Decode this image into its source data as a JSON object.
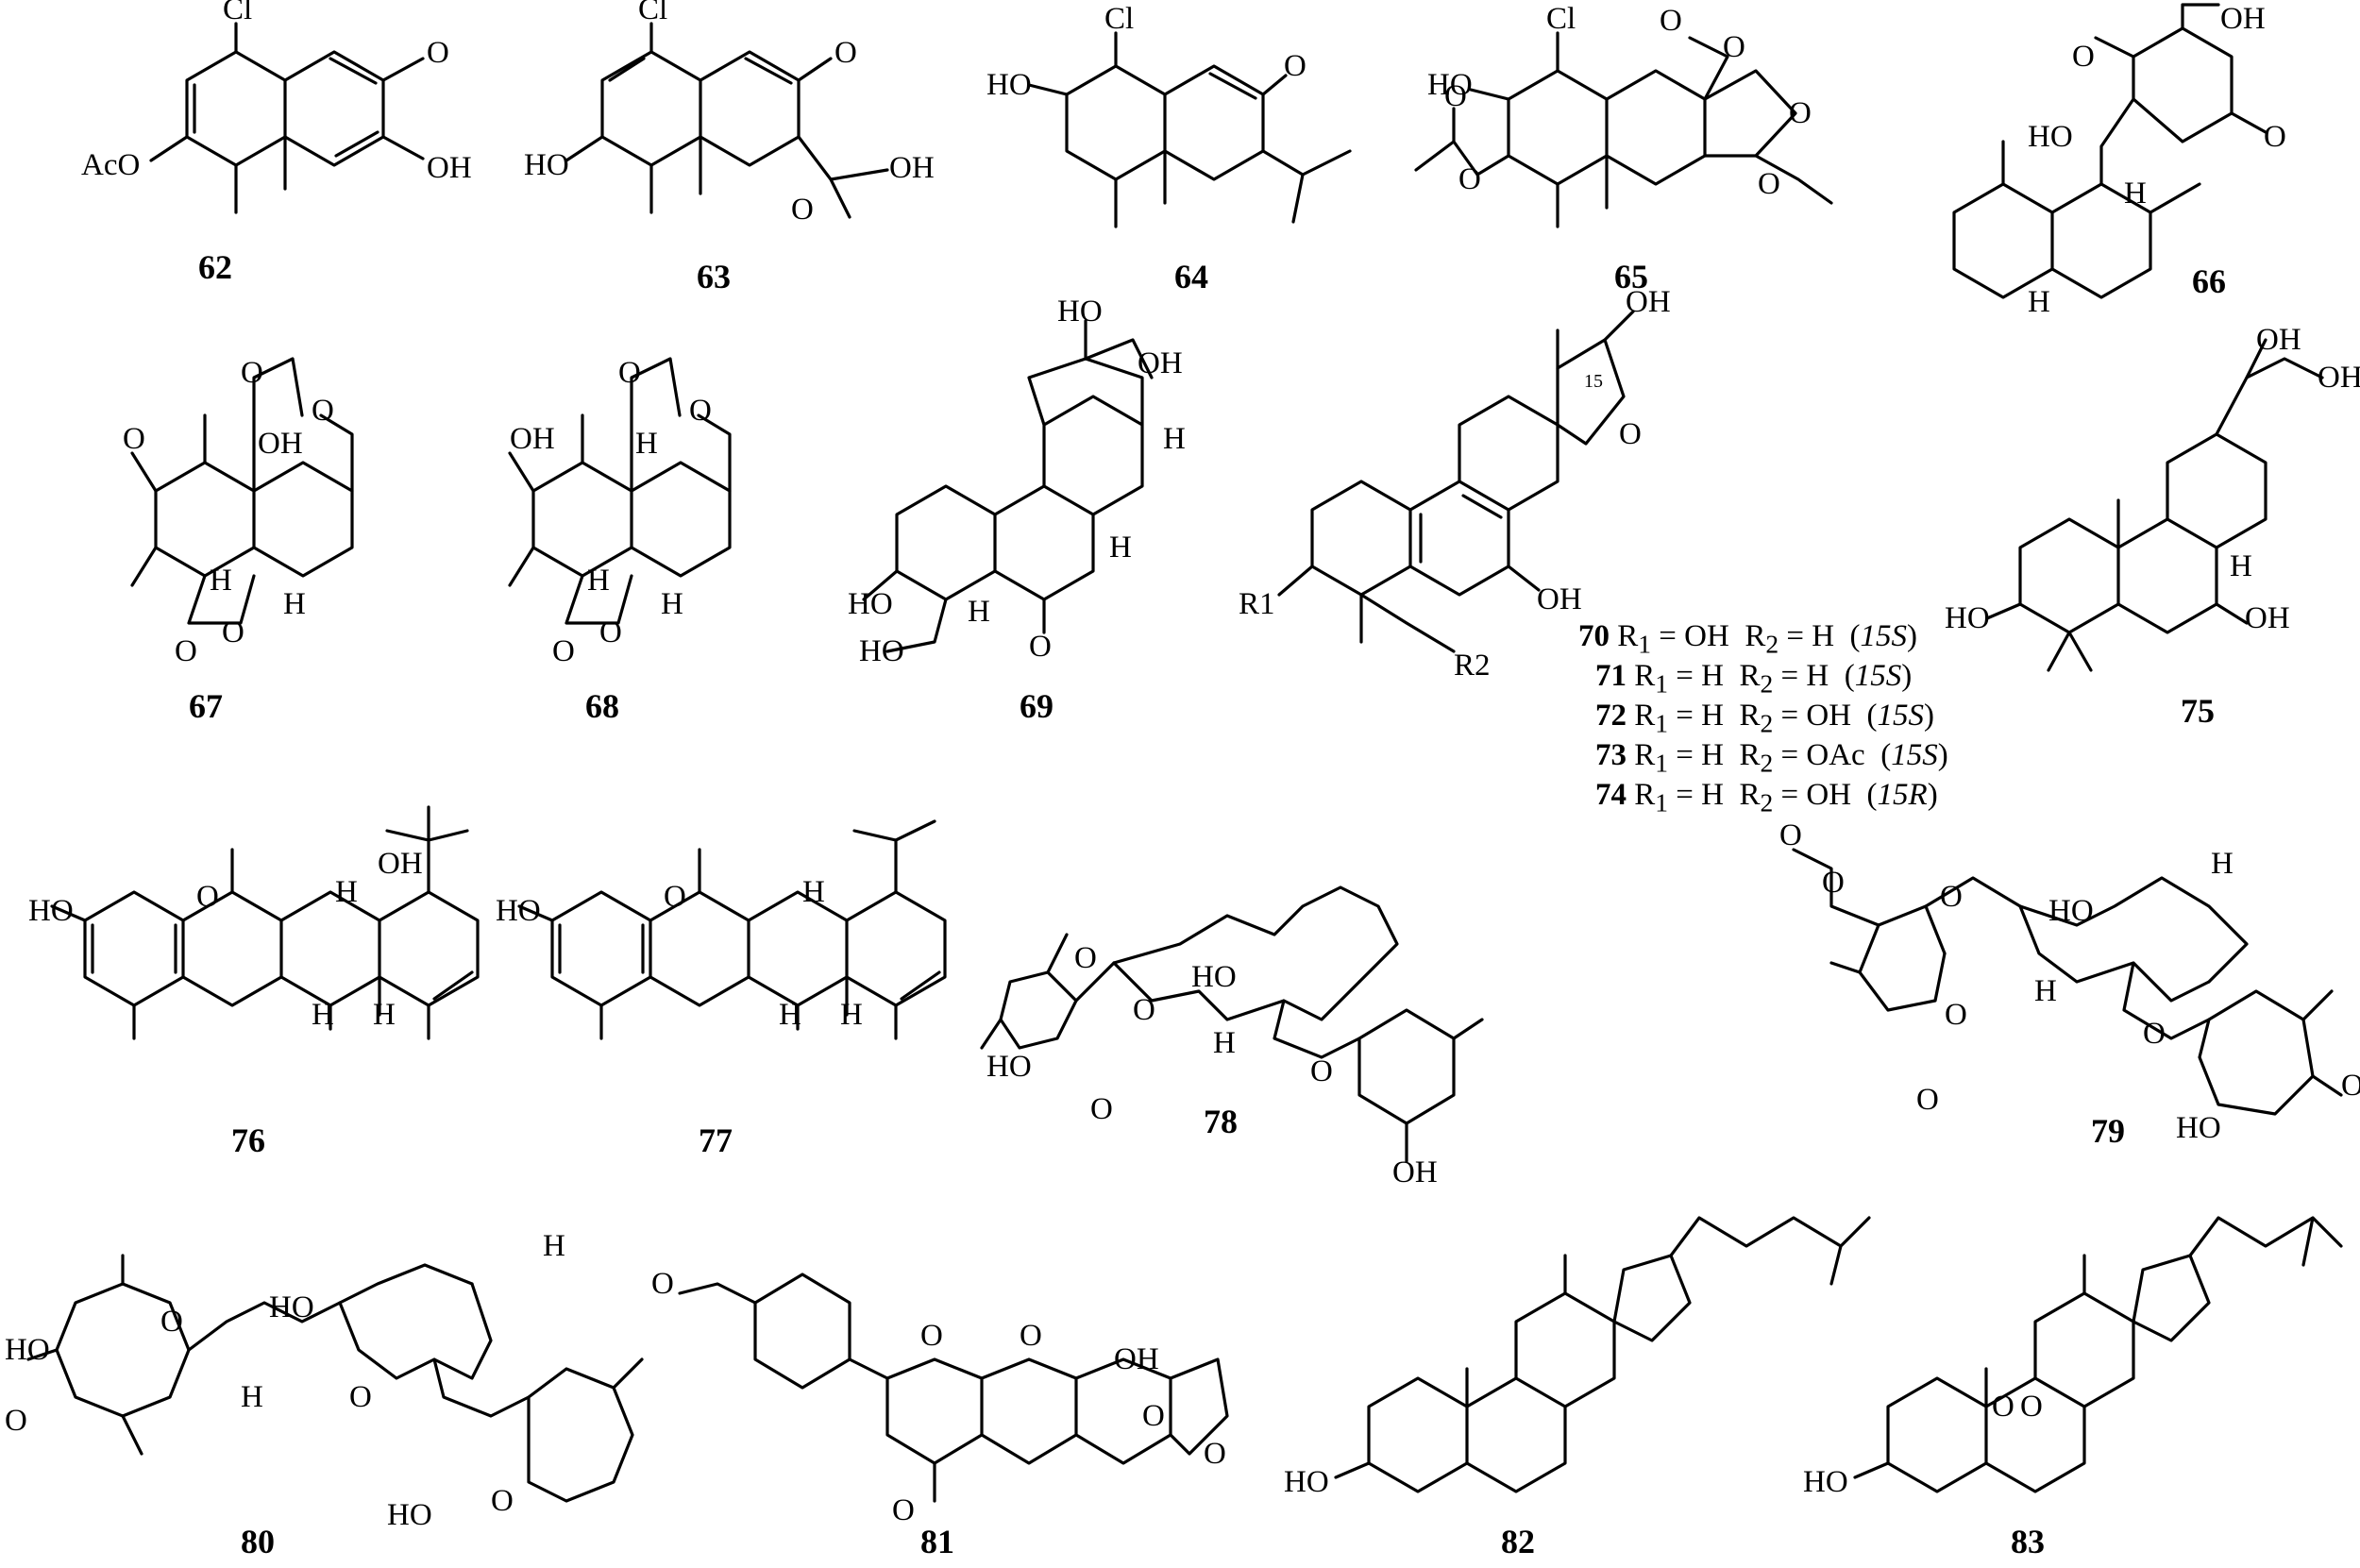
{
  "figure": {
    "compounds": [
      {
        "id": "62",
        "atoms": [
          "Cl",
          "O",
          "AcO",
          "OH"
        ]
      },
      {
        "id": "63",
        "atoms": [
          "Cl",
          "O",
          "HO",
          "O",
          "OH"
        ]
      },
      {
        "id": "64",
        "atoms": [
          "Cl",
          "HO",
          "O"
        ]
      },
      {
        "id": "65",
        "atoms": [
          "Cl",
          "O",
          "O",
          "HO",
          "O",
          "O",
          "O",
          "O"
        ]
      },
      {
        "id": "66",
        "atoms": [
          "OH",
          "O",
          "HO",
          "O",
          "H",
          "H"
        ]
      },
      {
        "id": "67",
        "atoms": [
          "O",
          "O",
          "O",
          "OH",
          "O",
          "H",
          "O",
          "H"
        ]
      },
      {
        "id": "68",
        "atoms": [
          "O",
          "OH",
          "H",
          "O",
          "H",
          "O",
          "O",
          "H"
        ]
      },
      {
        "id": "69",
        "atoms": [
          "HO",
          "OH",
          "H",
          "H",
          "HO",
          "H",
          "O",
          "HO"
        ]
      },
      {
        "id": "75",
        "atoms": [
          "OH",
          "OH",
          "H",
          "HO",
          "OH"
        ]
      },
      {
        "id": "76",
        "atoms": [
          "OH",
          "HO",
          "O",
          "H",
          "H",
          "H"
        ]
      },
      {
        "id": "77",
        "atoms": [
          "HO",
          "O",
          "H",
          "H",
          "H"
        ]
      },
      {
        "id": "78",
        "atoms": [
          "O",
          "HO",
          "O",
          "H",
          "HO",
          "O",
          "O",
          "OH"
        ]
      },
      {
        "id": "79",
        "atoms": [
          "O",
          "O",
          "O",
          "HO",
          "H",
          "H",
          "O",
          "O",
          "O",
          "HO",
          "O"
        ]
      },
      {
        "id": "80",
        "atoms": [
          "HO",
          "O",
          "O",
          "HO",
          "H",
          "H",
          "O",
          "HO",
          "O"
        ]
      },
      {
        "id": "81",
        "atoms": [
          "O",
          "O",
          "O",
          "OH",
          "O",
          "O",
          "O"
        ]
      },
      {
        "id": "82",
        "atoms": [
          "HO"
        ]
      },
      {
        "id": "83",
        "atoms": [
          "HO",
          "O",
          "O"
        ]
      }
    ],
    "series_70_74": {
      "id": "70–74",
      "atoms": [
        "OH",
        "O",
        "OH",
        "R1",
        "R2"
      ],
      "stereo_label": "15",
      "rows": [
        {
          "id": "70",
          "r1": "OH",
          "r2": "H",
          "config": "15S"
        },
        {
          "id": "71",
          "r1": "H",
          "r2": "H",
          "config": "15S"
        },
        {
          "id": "72",
          "r1": "H",
          "r2": "OH",
          "config": "15S"
        },
        {
          "id": "73",
          "r1": "H",
          "r2": "OAc",
          "config": "15S"
        },
        {
          "id": "74",
          "r1": "H",
          "r2": "OH",
          "config": "15R"
        }
      ]
    }
  }
}
